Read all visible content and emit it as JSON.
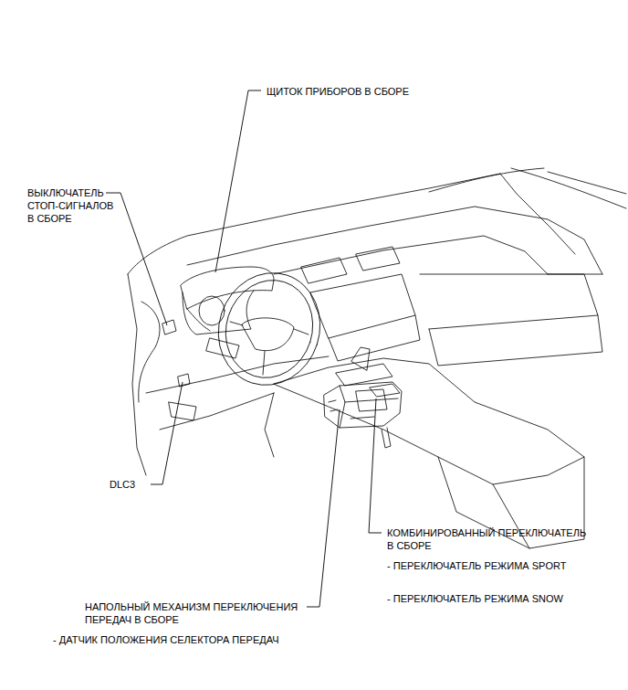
{
  "diagram": {
    "labels": [
      "ЩИТОК ПРИБОРОВ В СБОРЕ",
      "ВЫКЛЮЧАТЕЛЬ СТОП-СИГНАЛОВ В СБОРЕ",
      "DLC3",
      "КОМБИНИРОВАННЫЙ ПЕРЕКЛЮЧАТЕЛЬ В СБОРЕ",
      "- ПЕРЕКЛЮЧАТЕЛЬ РЕЖИМА SPORT",
      "- ПЕРЕКЛЮЧАТЕЛЬ РЕЖИМА SNOW",
      "НАПОЛЬНЫЙ МЕХАНИЗМ ПЕРЕКЛЮЧЕНИЯ ПЕРЕДАЧ В СБОРЕ",
      "- ДАТЧИК ПОЛОЖЕНИЯ СЕЛЕКТОРА ПЕРЕДАЧ"
    ]
  }
}
